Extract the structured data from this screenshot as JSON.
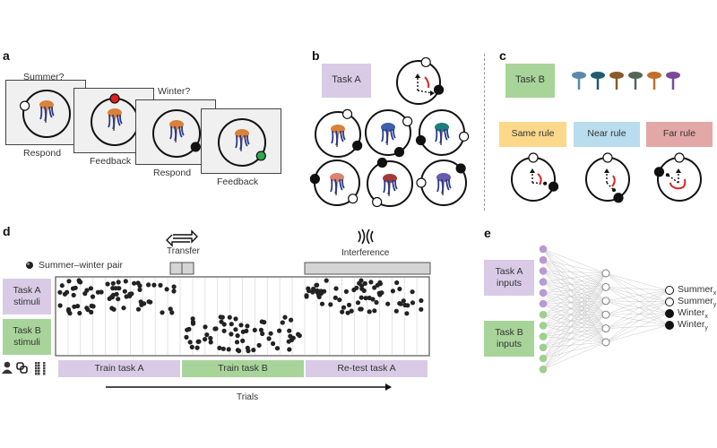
{
  "panels": {
    "a": {
      "letter": "a",
      "questions": [
        "Summer?",
        "Winter?"
      ],
      "cards": [
        {
          "caption": "Respond",
          "marker": "white",
          "marker_angle_deg": 200
        },
        {
          "caption": "Feedback",
          "marker": "red",
          "marker_angle_deg": 270
        },
        {
          "caption": "Respond",
          "marker": "black",
          "marker_angle_deg": 35
        },
        {
          "caption": "Feedback",
          "marker": "green",
          "marker_angle_deg": 35
        }
      ]
    },
    "b": {
      "letter": "b",
      "task_label": "Task A",
      "rule_circle": {
        "white_angle_deg": 290,
        "black_angle_deg": 20
      },
      "stimuli": [
        {
          "name": "jellyfish-tree",
          "white_angle_deg": 295,
          "black_angle_deg": 30,
          "color": "#d9823b"
        },
        {
          "name": "blue-balloon-plant",
          "white_angle_deg": 330,
          "black_angle_deg": 60,
          "color": "#3d5fae"
        },
        {
          "name": "teal-coral",
          "white_angle_deg": 10,
          "black_angle_deg": 160,
          "color": "#1f7d7a"
        },
        {
          "name": "pink-mushrooms",
          "white_angle_deg": 45,
          "black_angle_deg": 190,
          "color": "#d98570"
        },
        {
          "name": "red-bud-flower",
          "white_angle_deg": 125,
          "black_angle_deg": 250,
          "color": "#a33a3a"
        },
        {
          "name": "purple-spiky-plant",
          "white_angle_deg": 180,
          "black_angle_deg": 320,
          "color": "#6a5bb0"
        }
      ]
    },
    "c": {
      "letter": "c",
      "task_label": "Task B",
      "stimuli_colors": [
        "#5a8aa8",
        "#1f5d6e",
        "#8a5a2a",
        "#556655",
        "#c0702a",
        "#7a4a9a"
      ],
      "rules": [
        {
          "label": "Same rule",
          "white_angle_deg": 270,
          "black_angle_deg": 20
        },
        {
          "label": "Near rule",
          "white_angle_deg": 270,
          "black_angle_deg": 60
        },
        {
          "label": "Far rule",
          "white_angle_deg": 270,
          "black_angle_deg": 200
        }
      ]
    },
    "d": {
      "letter": "d",
      "legend": "Summer–winter pair",
      "transfer_label": "Transfer",
      "interference_label": "Interference",
      "row_labels": [
        "Task A\nstimuli",
        "Task B\nstimuli"
      ],
      "row_label_a_line1": "Task A",
      "row_label_a_line2": "stimuli",
      "row_label_b_line1": "Task B",
      "row_label_b_line2": "stimuli",
      "phases": [
        "Train task A",
        "Train task B",
        "Re-test task A"
      ],
      "axis_label": "Trials",
      "icons": [
        "person-icon",
        "chain-link-icon",
        "noise-icon"
      ]
    },
    "e": {
      "letter": "e",
      "input_groups": [
        {
          "label_line1": "Task A",
          "label_line2": "inputs",
          "count": 6,
          "color": "#b89ad1"
        },
        {
          "label_line1": "Task B",
          "label_line2": "inputs",
          "count": 6,
          "color": "#9fcf8f"
        }
      ],
      "hidden_units": 6,
      "outputs": [
        {
          "label": "Summer",
          "sub": "x",
          "fill": "white"
        },
        {
          "label": "Summer",
          "sub": "y",
          "fill": "white"
        },
        {
          "label": "Winter",
          "sub": "x",
          "fill": "black"
        },
        {
          "label": "Winter",
          "sub": "y",
          "fill": "black"
        }
      ]
    }
  },
  "colors": {
    "task_a": "#d9cbe6",
    "task_b": "#a8d49a",
    "same_rule": "#fbd88a",
    "near_rule": "#b9dcee",
    "far_rule": "#e3a7a7",
    "feedback_wrong": "#e02020",
    "feedback_right": "#2eaa4a",
    "arrow_red": "#d62728"
  }
}
